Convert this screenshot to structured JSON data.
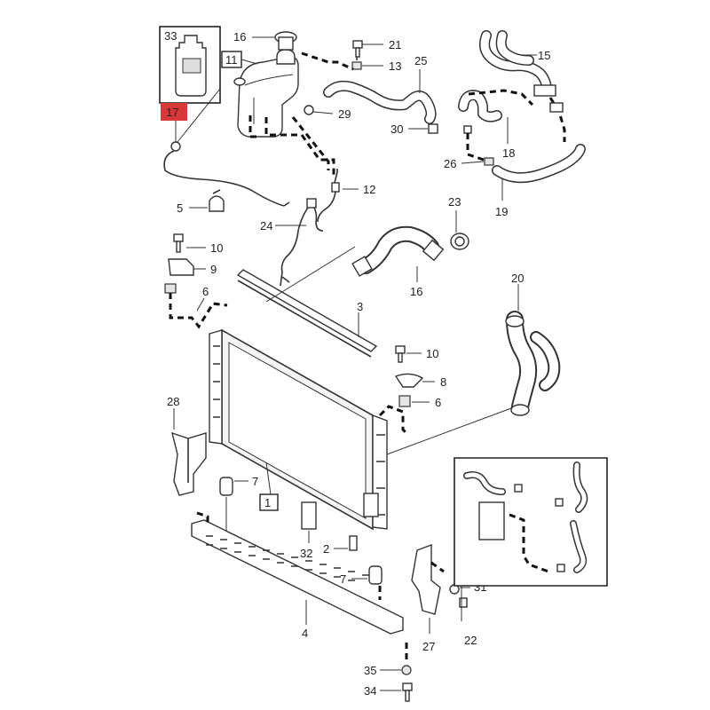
{
  "callouts": {
    "c1": "1",
    "c2": "2",
    "c3": "3",
    "c4": "4",
    "c5": "5",
    "c6a": "6",
    "c6b": "6",
    "c7a": "7",
    "c7b": "7",
    "c8": "8",
    "c9": "9",
    "c10a": "10",
    "c10b": "10",
    "c11": "11",
    "c12": "12",
    "c13": "13",
    "c15": "15",
    "c16a": "16",
    "c16b": "16",
    "c17": "17",
    "c18": "18",
    "c19": "19",
    "c20": "20",
    "c21": "21",
    "c22": "22",
    "c23": "23",
    "c24": "24",
    "c25": "25",
    "c26": "26",
    "c27": "27",
    "c28": "28",
    "c29": "29",
    "c30": "30",
    "c31": "31",
    "c32": "32",
    "c33": "33",
    "c34": "34",
    "c35": "35"
  },
  "colors": {
    "highlight": "#d9383a",
    "line": "#333333",
    "background": "#ffffff"
  }
}
